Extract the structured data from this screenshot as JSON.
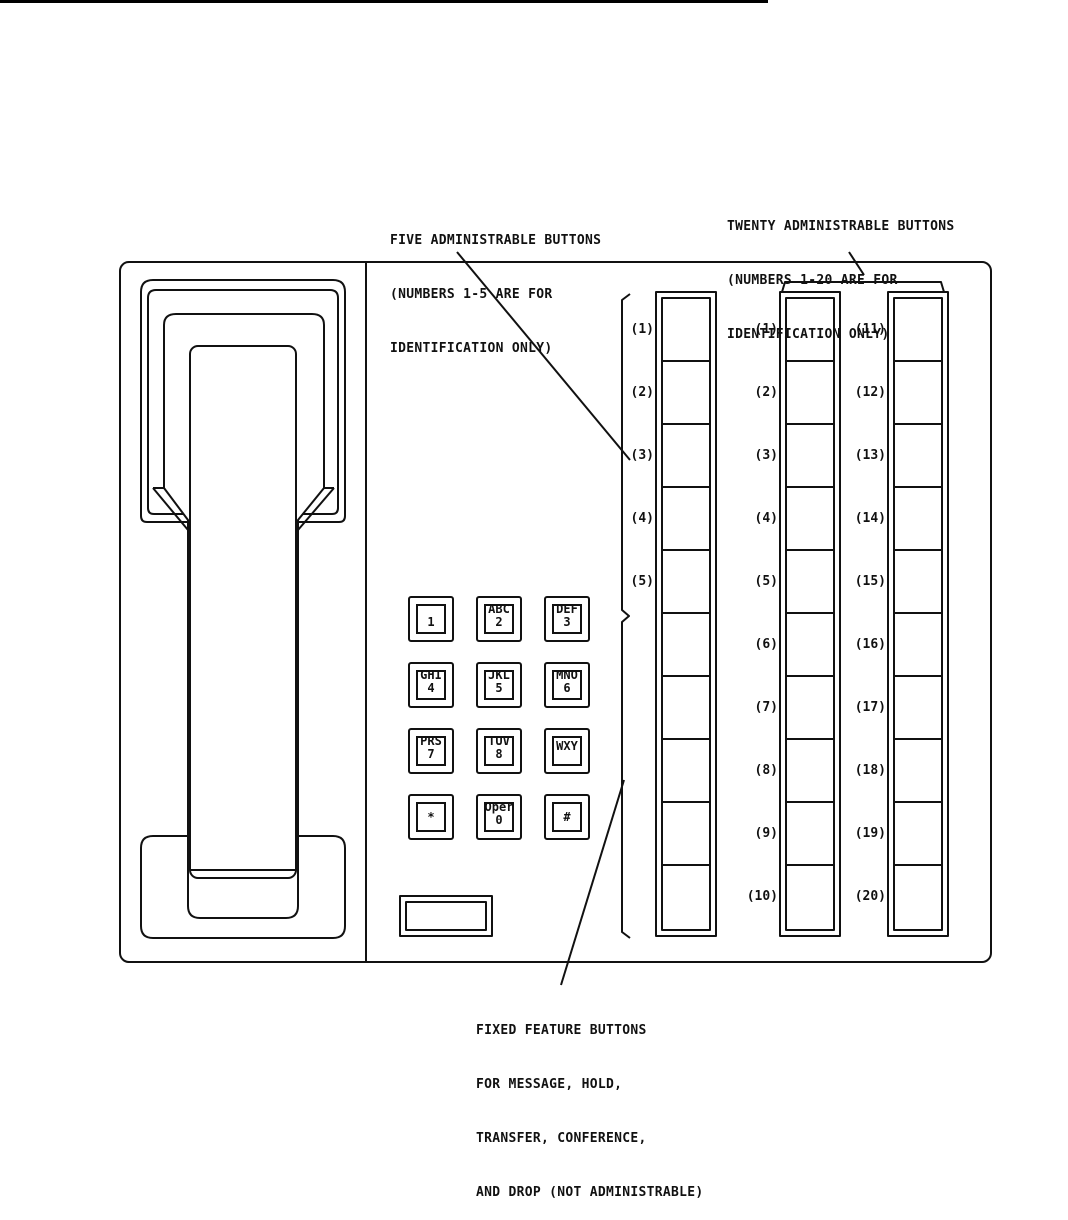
{
  "callouts": {
    "five_buttons": [
      "FIVE ADMINISTRABLE BUTTONS",
      "(NUMBERS 1-5 ARE FOR",
      "IDENTIFICATION ONLY)"
    ],
    "twenty_buttons": [
      "TWENTY ADMINISTRABLE BUTTONS",
      "(NUMBERS 1-20 ARE FOR",
      "IDENTIFICATION ONLY)"
    ],
    "fixed_buttons": [
      "FIXED FEATURE BUTTONS",
      "FOR MESSAGE, HOLD,",
      "TRANSFER, CONFERENCE,",
      "AND DROP (NOT ADMINISTRABLE)"
    ]
  },
  "left_column_labels": [
    "(1)",
    "(2)",
    "(3)",
    "(4)",
    "(5)"
  ],
  "middle_column_labels": [
    "(1)",
    "(2)",
    "(3)",
    "(4)",
    "(5)",
    "(6)",
    "(7)",
    "(8)",
    "(9)",
    "(10)"
  ],
  "right_column_labels": [
    "(11)",
    "(12)",
    "(13)",
    "(14)",
    "(15)",
    "(16)",
    "(17)",
    "(18)",
    "(19)",
    "(20)"
  ],
  "keypad": [
    {
      "letters": "",
      "digit": "1"
    },
    {
      "letters": "ABC",
      "digit": "2"
    },
    {
      "letters": "DEF",
      "digit": "3"
    },
    {
      "letters": "GHI",
      "digit": "4"
    },
    {
      "letters": "JKL",
      "digit": "5"
    },
    {
      "letters": "MNO",
      "digit": "6"
    },
    {
      "letters": "PRS",
      "digit": "7"
    },
    {
      "letters": "TUV",
      "digit": "8"
    },
    {
      "letters": "WXY",
      "digit": ""
    },
    {
      "letters": "",
      "digit": "*"
    },
    {
      "letters": "Oper",
      "digit": "0"
    },
    {
      "letters": "",
      "digit": "#"
    }
  ]
}
